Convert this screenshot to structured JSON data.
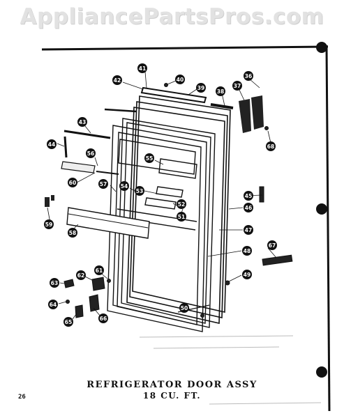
{
  "watermark": "AppliancePartsPros.com",
  "title_line1": "REFRIGERATOR DOOR ASSY",
  "title_line2": "18 CU. FT.",
  "page_number": "26",
  "callouts": [
    "36",
    "37",
    "38",
    "39",
    "40",
    "41",
    "42",
    "43",
    "44",
    "45",
    "46",
    "47",
    "48",
    "49",
    "50",
    "51",
    "52",
    "53",
    "54",
    "55",
    "56",
    "57",
    "58",
    "59",
    "60",
    "61",
    "62",
    "63",
    "64",
    "65",
    "66",
    "67",
    "68"
  ]
}
